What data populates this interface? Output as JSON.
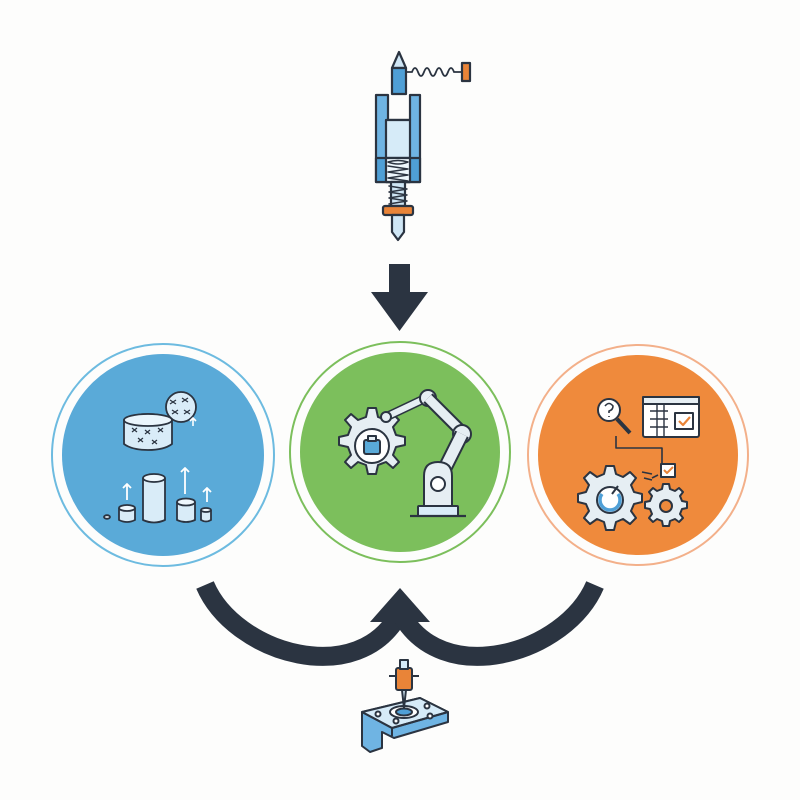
{
  "diagram": {
    "top_icon": "spring-loaded-probe-icon",
    "bottom_icon": "probe-fixture-board-icon",
    "arrow_color": "#2b3441",
    "nodes": [
      {
        "id": "materials",
        "icon": "materials-volume-scaling-icon",
        "fill": "#5aaad8",
        "ring": "#6dbbe0"
      },
      {
        "id": "automation",
        "icon": "gear-robot-arm-icon",
        "fill": "#7cbf5c",
        "ring": "#7cbf5c"
      },
      {
        "id": "analysis",
        "icon": "inspection-report-gears-icon",
        "fill": "#ef8a3c",
        "ring": "#f3b08a"
      }
    ]
  }
}
